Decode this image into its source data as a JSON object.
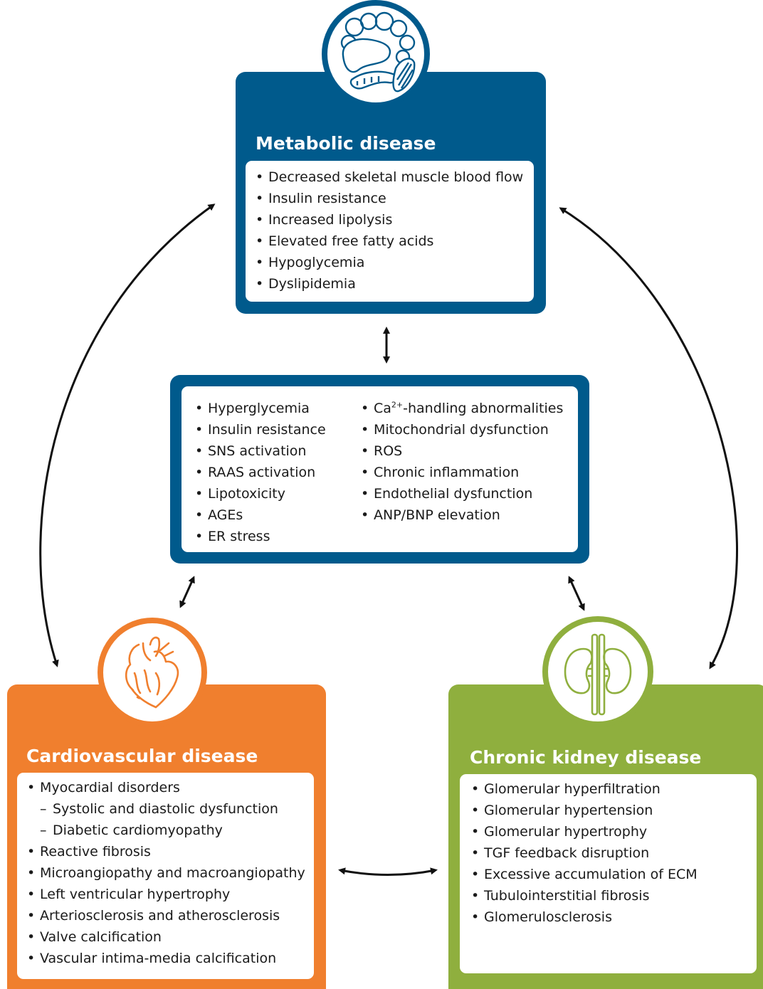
{
  "colors": {
    "metabolic": "#005a8c",
    "cardio": "#f07f2e",
    "kidney": "#8faf3e",
    "arrow": "#111111"
  },
  "metabolic": {
    "title": "Metabolic disease",
    "items": [
      "Decreased skeletal muscle blood flow",
      "Insulin resistance",
      "Increased lipolysis",
      "Elevated free fatty acids",
      "Hypoglycemia",
      "Dyslipidemia"
    ],
    "icon": "organs-icon"
  },
  "mechanisms": {
    "left": [
      "Hyperglycemia",
      "Insulin resistance",
      "SNS activation",
      "RAAS activation",
      "Lipotoxicity",
      "AGEs",
      "ER stress"
    ],
    "right_first_prefix": "Ca",
    "right_first_sup": "2+",
    "right_first_suffix": "-handling abnormalities",
    "right": [
      "Mitochondrial dysfunction",
      "ROS",
      "Chronic inflammation",
      "Endothelial dysfunction",
      "ANP/BNP elevation"
    ]
  },
  "cardio": {
    "title": "Cardiovascular disease",
    "items": [
      "Myocardial disorders"
    ],
    "subitems": [
      "Systolic and diastolic dysfunction",
      "Diabetic cardiomyopathy"
    ],
    "items2": [
      "Reactive fibrosis",
      "Microangiopathy and macroangiopathy",
      "Left ventricular hypertrophy",
      "Arteriosclerosis and atherosclerosis",
      "Valve calcification",
      "Vascular intima-media calcification"
    ],
    "icon": "heart-icon"
  },
  "kidney": {
    "title": "Chronic kidney disease",
    "items": [
      "Glomerular hyperfiltration",
      "Glomerular hypertension",
      "Glomerular hypertrophy",
      "TGF feedback disruption",
      "Excessive accumulation of ECM",
      "Tubulointerstitial fibrosis",
      "Glomerulosclerosis"
    ],
    "icon": "kidney-icon"
  },
  "bullet": "•",
  "dash": "–"
}
